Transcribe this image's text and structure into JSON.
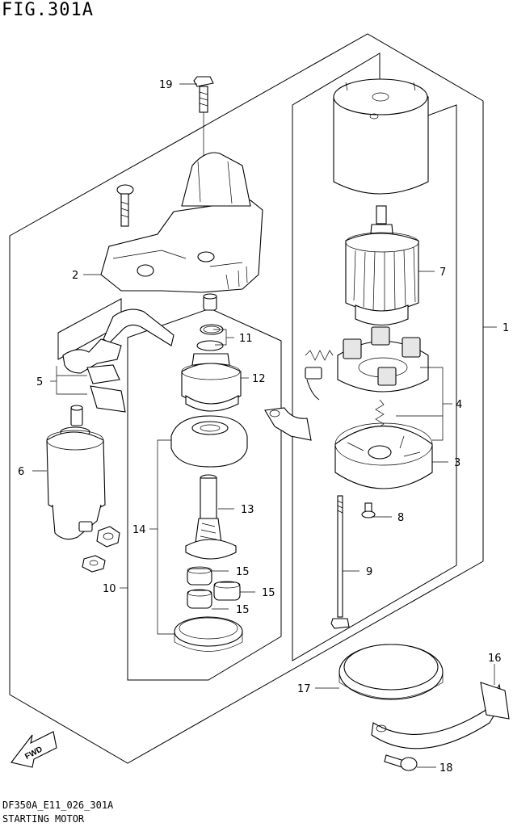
{
  "figure": {
    "title": "FIG.301A",
    "code": "DF350A_E11_026_301A",
    "name": "STARTING MOTOR"
  },
  "fwd_label": "FWD",
  "callouts": [
    {
      "id": "c1",
      "num": "1"
    },
    {
      "id": "c2",
      "num": "2"
    },
    {
      "id": "c3",
      "num": "3"
    },
    {
      "id": "c4",
      "num": "4"
    },
    {
      "id": "c5",
      "num": "5"
    },
    {
      "id": "c6",
      "num": "6"
    },
    {
      "id": "c7",
      "num": "7"
    },
    {
      "id": "c8",
      "num": "8"
    },
    {
      "id": "c9",
      "num": "9"
    },
    {
      "id": "c10",
      "num": "10"
    },
    {
      "id": "c11",
      "num": "11"
    },
    {
      "id": "c12",
      "num": "12"
    },
    {
      "id": "c13",
      "num": "13"
    },
    {
      "id": "c14",
      "num": "14"
    },
    {
      "id": "c15a",
      "num": "15"
    },
    {
      "id": "c15b",
      "num": "15"
    },
    {
      "id": "c15c",
      "num": "15"
    },
    {
      "id": "c16",
      "num": "16"
    },
    {
      "id": "c17",
      "num": "17"
    },
    {
      "id": "c18",
      "num": "18"
    },
    {
      "id": "c19",
      "num": "19"
    }
  ]
}
